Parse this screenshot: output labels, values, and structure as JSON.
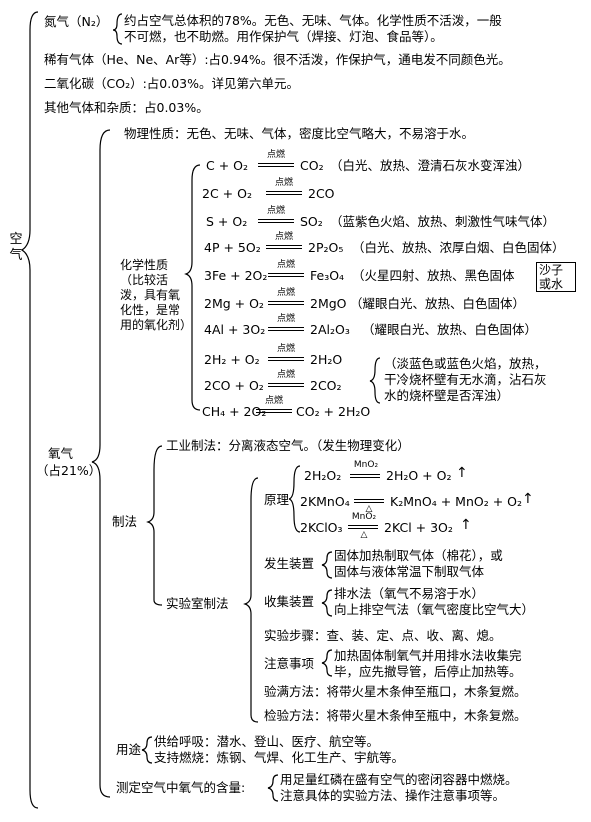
{
  "root": {
    "label": "空\n气"
  },
  "composition": {
    "nitrogen_head": "氮气（N₂）",
    "nitrogen_line1": "约占空气总体积的78%。无色、无味、气体。化学性质不活泼，一般",
    "nitrogen_line2": "不可燃，也不助燃。用作保护气（焊接、灯泡、食品等）。",
    "noble": "稀有气体（He、Ne、Ar等）:占0.94%。很不活泼，作保护气，通电发不同颜色光。",
    "co2": "二氧化碳（CO₂）:占0.03%。详见第六单元。",
    "other": "其他气体和杂质：占0.03%。"
  },
  "oxygen": {
    "label": "氧气",
    "share": "（占21%）",
    "physical": "物理性质：无色、无味、气体，密度比空气略大，不易溶于水。",
    "chemical_label": "化学性质（比较活泼，具有氧化性，是常用的氧化剂）",
    "condition": "点燃",
    "reactions": [
      {
        "lhs": "C + O₂",
        "rhs": "CO₂",
        "note": "（白光、放热、澄清石灰水变浑浊）"
      },
      {
        "lhs": "2C + O₂",
        "rhs": "2CO",
        "note": ""
      },
      {
        "lhs": "S + O₂",
        "rhs": "SO₂",
        "note": "（蓝紫色火焰、放热、刺激性气味气体）"
      },
      {
        "lhs": "4P + 5O₂",
        "rhs": "2P₂O₅",
        "note": "（白光、放热、浓厚白烟、白色固体）"
      },
      {
        "lhs": "3Fe + 2O₂",
        "rhs": "Fe₃O₄",
        "note": "（火星四射、放热、黑色固体"
      },
      {
        "lhs": "2Mg + O₂",
        "rhs": "2MgO",
        "note": "（耀眼白光、放热、白色固体）"
      },
      {
        "lhs": "4Al + 3O₂",
        "rhs": "2Al₂O₃",
        "note": "（耀眼白光、放热、白色固体）"
      },
      {
        "lhs": "2H₂ + O₂",
        "rhs": "2H₂O",
        "note": ""
      },
      {
        "lhs": "2CO + O₂",
        "rhs": "2CO₂",
        "note": ""
      },
      {
        "lhs": "CH₄ + 2O₂",
        "rhs": "CO₂ + 2H₂O",
        "note": ""
      }
    ],
    "sand_note": "沙子或水",
    "flame_note_1": "（淡蓝色或蓝色火焰，放热，",
    "flame_note_2": "干冷烧杯壁有无水滴，沾石灰",
    "flame_note_3": "水的烧杯壁是否浑浊）",
    "prep_label": "制法",
    "industrial": "工业制法：分离液态空气。（发生物理变化）",
    "lab_label": "实验室制法",
    "principle_label": "原理",
    "principle": [
      {
        "lhs": "2H₂O₂",
        "cond_top": "MnO₂",
        "cond_bot": "",
        "rhs": "2H₂O + O₂"
      },
      {
        "lhs": "2KMnO₄",
        "cond_top": "",
        "cond_bot": "△",
        "rhs": "K₂MnO₄ + MnO₂ + O₂"
      },
      {
        "lhs": "2KClO₃",
        "cond_top": "MnO₂",
        "cond_bot": "△",
        "rhs": "2KCl + 3O₂"
      }
    ],
    "apparatus_label": "发生装置",
    "apparatus_1": "固体加热制取气体（棉花），或",
    "apparatus_2": "固体与液体常温下制取气体",
    "collect_label": "收集装置",
    "collect_1": "排水法（氧气不易溶于水）",
    "collect_2": "向上排空气法（氧气密度比空气大）",
    "steps": "实验步骤：查、装、定、点、收、离、熄。",
    "notes_label": "注意事项",
    "notes_1": "加热固体制氧气并用排水法收集完",
    "notes_2": "毕，应先撤导管，后停止加热等。",
    "full_check": "验满方法：将带火星木条伸至瓶口，木条复燃。",
    "test_method": "检验方法：将带火星木条伸至瓶中，木条复燃。",
    "uses_label": "用途",
    "use_1": "供给呼吸：潜水、登山、医疗、航空等。",
    "use_2": "支持燃烧：炼钢、气焊、化工生产、宇航等。",
    "measure_label": "测定空气中氧气的含量:",
    "measure_1": "用足量红磷在盛有空气的密闭容器中燃烧。",
    "measure_2": "注意具体的实验方法、操作注意事项等。"
  }
}
